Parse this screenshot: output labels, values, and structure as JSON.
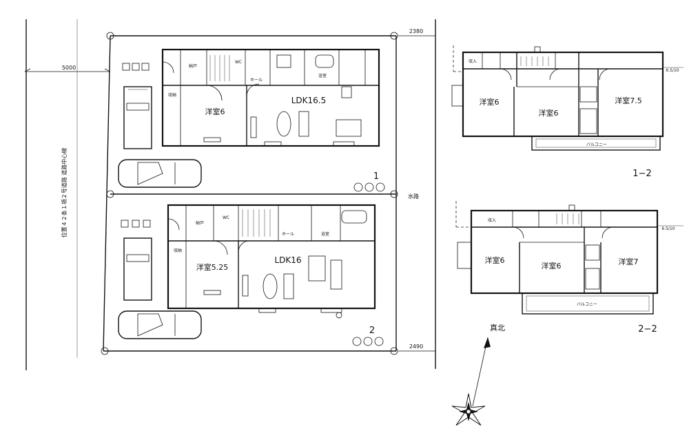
{
  "dimensions": {
    "top": "2380",
    "bottom": "2490",
    "road_width": "5000"
  },
  "road": {
    "label": "位置４２条１項２号道路 道路中心線",
    "water": "水路"
  },
  "lots": [
    "1",
    "2"
  ],
  "house1_ground": {
    "ldk": "LDK16.5",
    "western": "洋室6",
    "closet": "納戸",
    "hall": "ホール",
    "wc": "WC",
    "bath": "浴室",
    "storage": "収納"
  },
  "house2_ground": {
    "ldk": "LDK16",
    "western": "洋室5.25",
    "closet": "納戸",
    "hall": "ホール",
    "wc": "WC",
    "bath": "浴室",
    "storage": "収納"
  },
  "plan_1_2": {
    "label": "1−2",
    "rooms": [
      "洋室6",
      "洋室6",
      "洋室7.5"
    ],
    "balcony": "バルコニー",
    "ceiling": "6.5/10",
    "storage": "収入"
  },
  "plan_2_2": {
    "label": "2−2",
    "rooms": [
      "洋室6",
      "洋室6",
      "洋室7"
    ],
    "balcony": "バルコニー",
    "ceiling": "6.5/10",
    "storage": "収入"
  },
  "compass": {
    "label": "真北"
  }
}
